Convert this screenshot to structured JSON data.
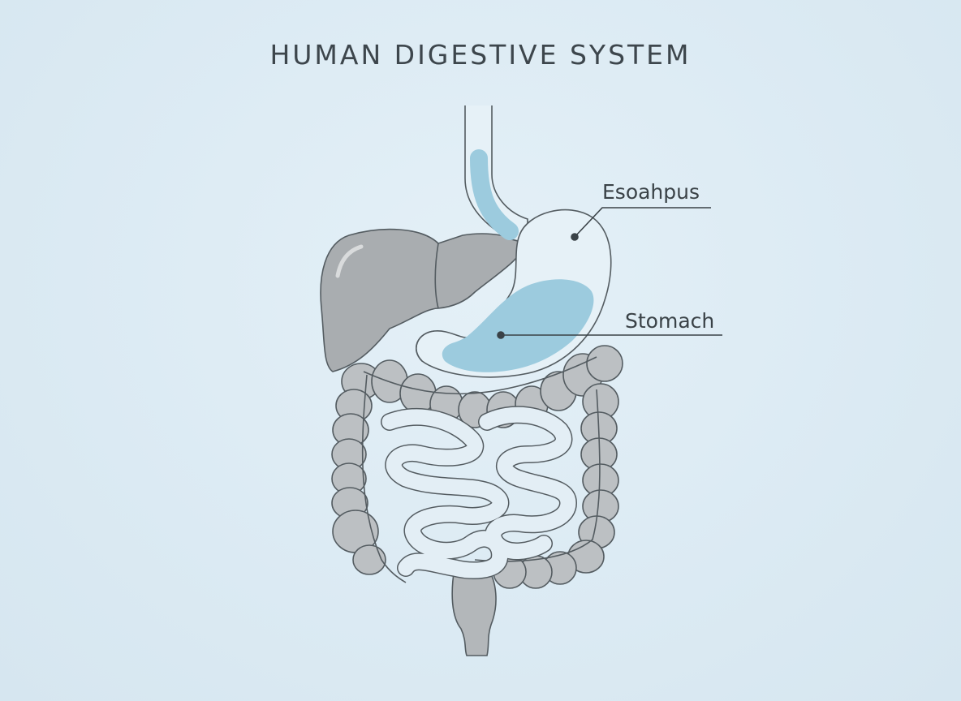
{
  "title": "HUMAN DIGESTIVE SYSTEM",
  "labels": {
    "esophagus": "Esoahpus",
    "stomach": "Stomach"
  },
  "colors": {
    "background": "#dcebf4",
    "organ_outline": "#545c61",
    "liver": "#a9adb0",
    "stomach_fill": "#e6f1f7",
    "stomach_contents": "#9ccbde",
    "large_intestine": "#bcc0c3",
    "small_intestine": "#e3eef5",
    "text": "#3d464c"
  }
}
